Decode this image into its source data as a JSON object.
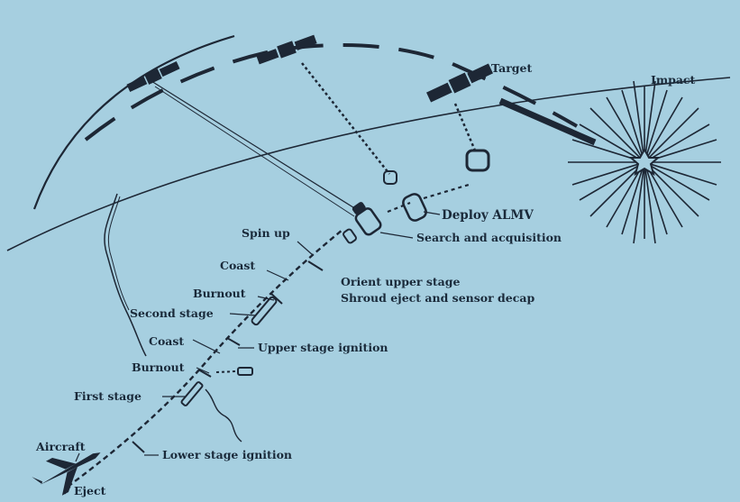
{
  "labels": {
    "target": "Target",
    "impact": "Impact",
    "deploy_almv": "Deploy ALMV",
    "search_acquisition": "Search and acquisition",
    "spin_up": "Spin up",
    "coast_upper": "Coast",
    "orient_upper_stage": "Orient upper stage",
    "shroud_eject": "Shroud eject and sensor decap",
    "burnout_upper": "Burnout",
    "second_stage": "Second stage",
    "coast_lower": "Coast",
    "upper_stage_ignition": "Upper stage ignition",
    "burnout_lower": "Burnout",
    "first_stage": "First stage",
    "aircraft": "Aircraft",
    "lower_stage_ignition": "Lower stage ignition",
    "eject": "Eject"
  },
  "colors": {
    "background": "#a6cfe0",
    "ink": "#1d2735"
  }
}
